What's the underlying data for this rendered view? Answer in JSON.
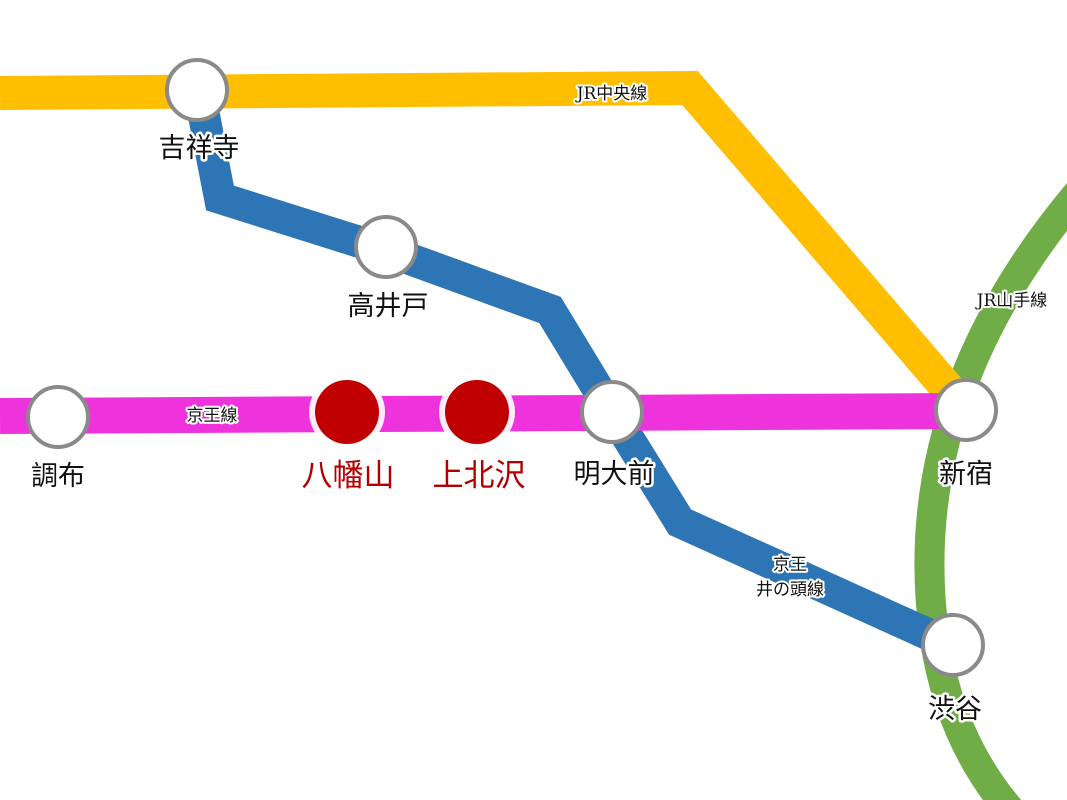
{
  "lines": {
    "chuo": {
      "label": "JR中央線",
      "color": "#FFBE00"
    },
    "inokashira": {
      "label_line1": "京王",
      "label_line2": "井の頭線",
      "color": "#2E75B6"
    },
    "keio": {
      "label": "京王線",
      "color": "#EE33DD"
    },
    "yamanote": {
      "label": "JR山手線",
      "color": "#70AD47"
    }
  },
  "stations": {
    "kichijoji": "吉祥寺",
    "takaido": "高井戸",
    "chofu": "調布",
    "hachimanyama": "八幡山",
    "kamikitazawa": "上北沢",
    "meidaimae": "明大前",
    "shinjuku": "新宿",
    "shibuya": "渋谷"
  },
  "highlight_color": "#C00000"
}
